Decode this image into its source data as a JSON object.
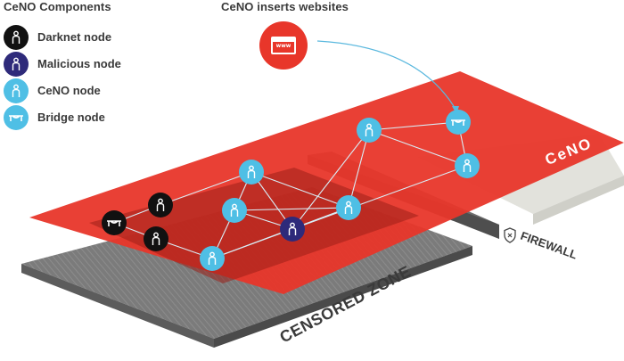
{
  "legend": {
    "title": "CeNO Components",
    "items": [
      {
        "label": "Darknet node",
        "color": "#111111",
        "icon": "person-icon"
      },
      {
        "label": "Malicious node",
        "color": "#2e2a7a",
        "icon": "person-icon"
      },
      {
        "label": "CeNO node",
        "color": "#4fbfe5",
        "icon": "person-icon"
      },
      {
        "label": "Bridge node",
        "color": "#4fbfe5",
        "icon": "bridge-icon"
      }
    ]
  },
  "inserts": {
    "title": "CeNO inserts websites",
    "badge_text": "www",
    "color": "#e8362a"
  },
  "labels": {
    "ceno_logo": "CeNO",
    "firewall": "FIREWALL",
    "censored_zone": "CENSORED ZONE"
  },
  "colors": {
    "red_plane": "#e8362a",
    "dark_red": "#9c1f18",
    "gray_plane": "#7b7b7b",
    "firewall_gray": "#6e6e6e",
    "light_wall": "#e2e2dc",
    "ceno_blue": "#4fbfe5",
    "darknet": "#111111",
    "malicious": "#2e2a7a",
    "link": "#d9eef7",
    "arrow": "#5ab8de"
  }
}
